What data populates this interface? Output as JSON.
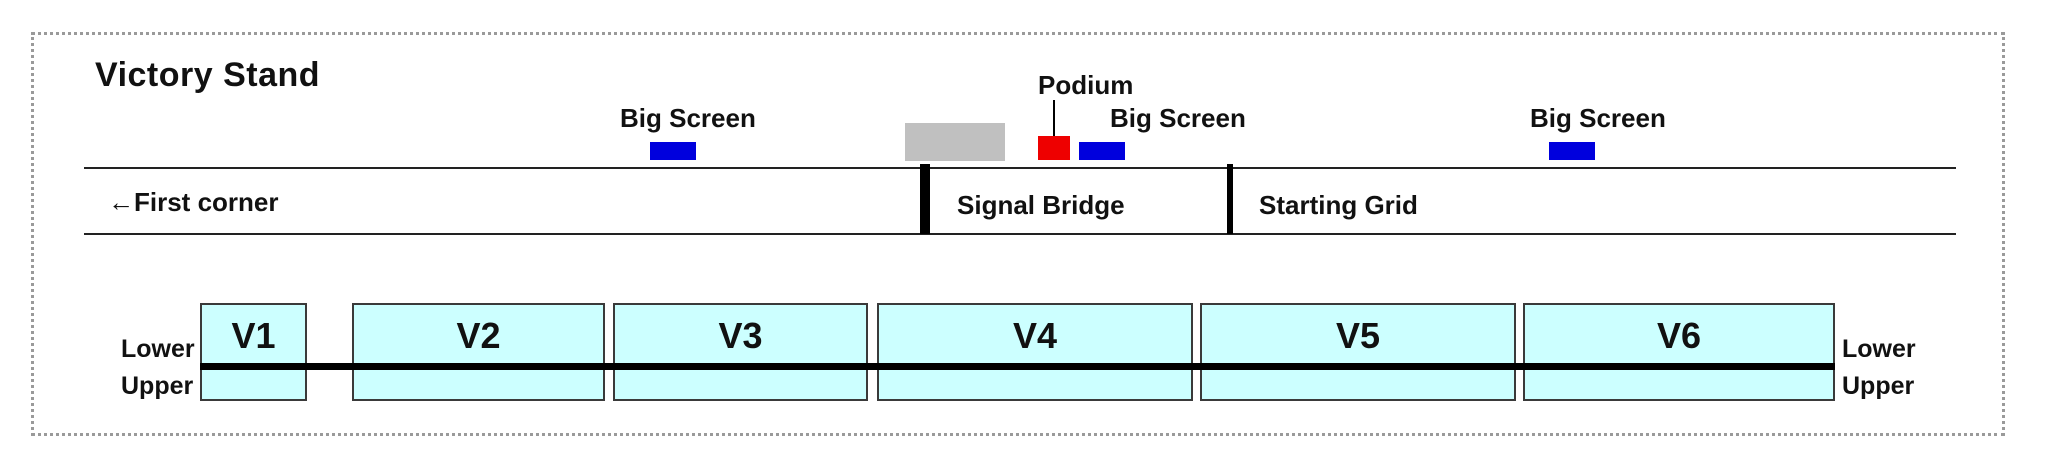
{
  "title": "Victory Stand",
  "track": {
    "first_corner": "←First corner",
    "signal_bridge": "Signal Bridge",
    "starting_grid": "Starting Grid"
  },
  "features": {
    "big_screen_1": "Big Screen",
    "big_screen_2": "Big Screen",
    "big_screen_3": "Big Screen",
    "podium": "Podium"
  },
  "colors": {
    "big_screen": "#0000dd",
    "podium": "#ee0000",
    "grey_structure": "#c0c0c0",
    "section_fill": "#ccffff"
  },
  "sections": [
    {
      "label": "V1"
    },
    {
      "label": "V2"
    },
    {
      "label": "V3"
    },
    {
      "label": "V4"
    },
    {
      "label": "V5"
    },
    {
      "label": "V6"
    }
  ],
  "levels": {
    "left_lower": "Lower",
    "left_upper": "Upper",
    "right_lower": "Lower",
    "right_upper": "Upper"
  }
}
